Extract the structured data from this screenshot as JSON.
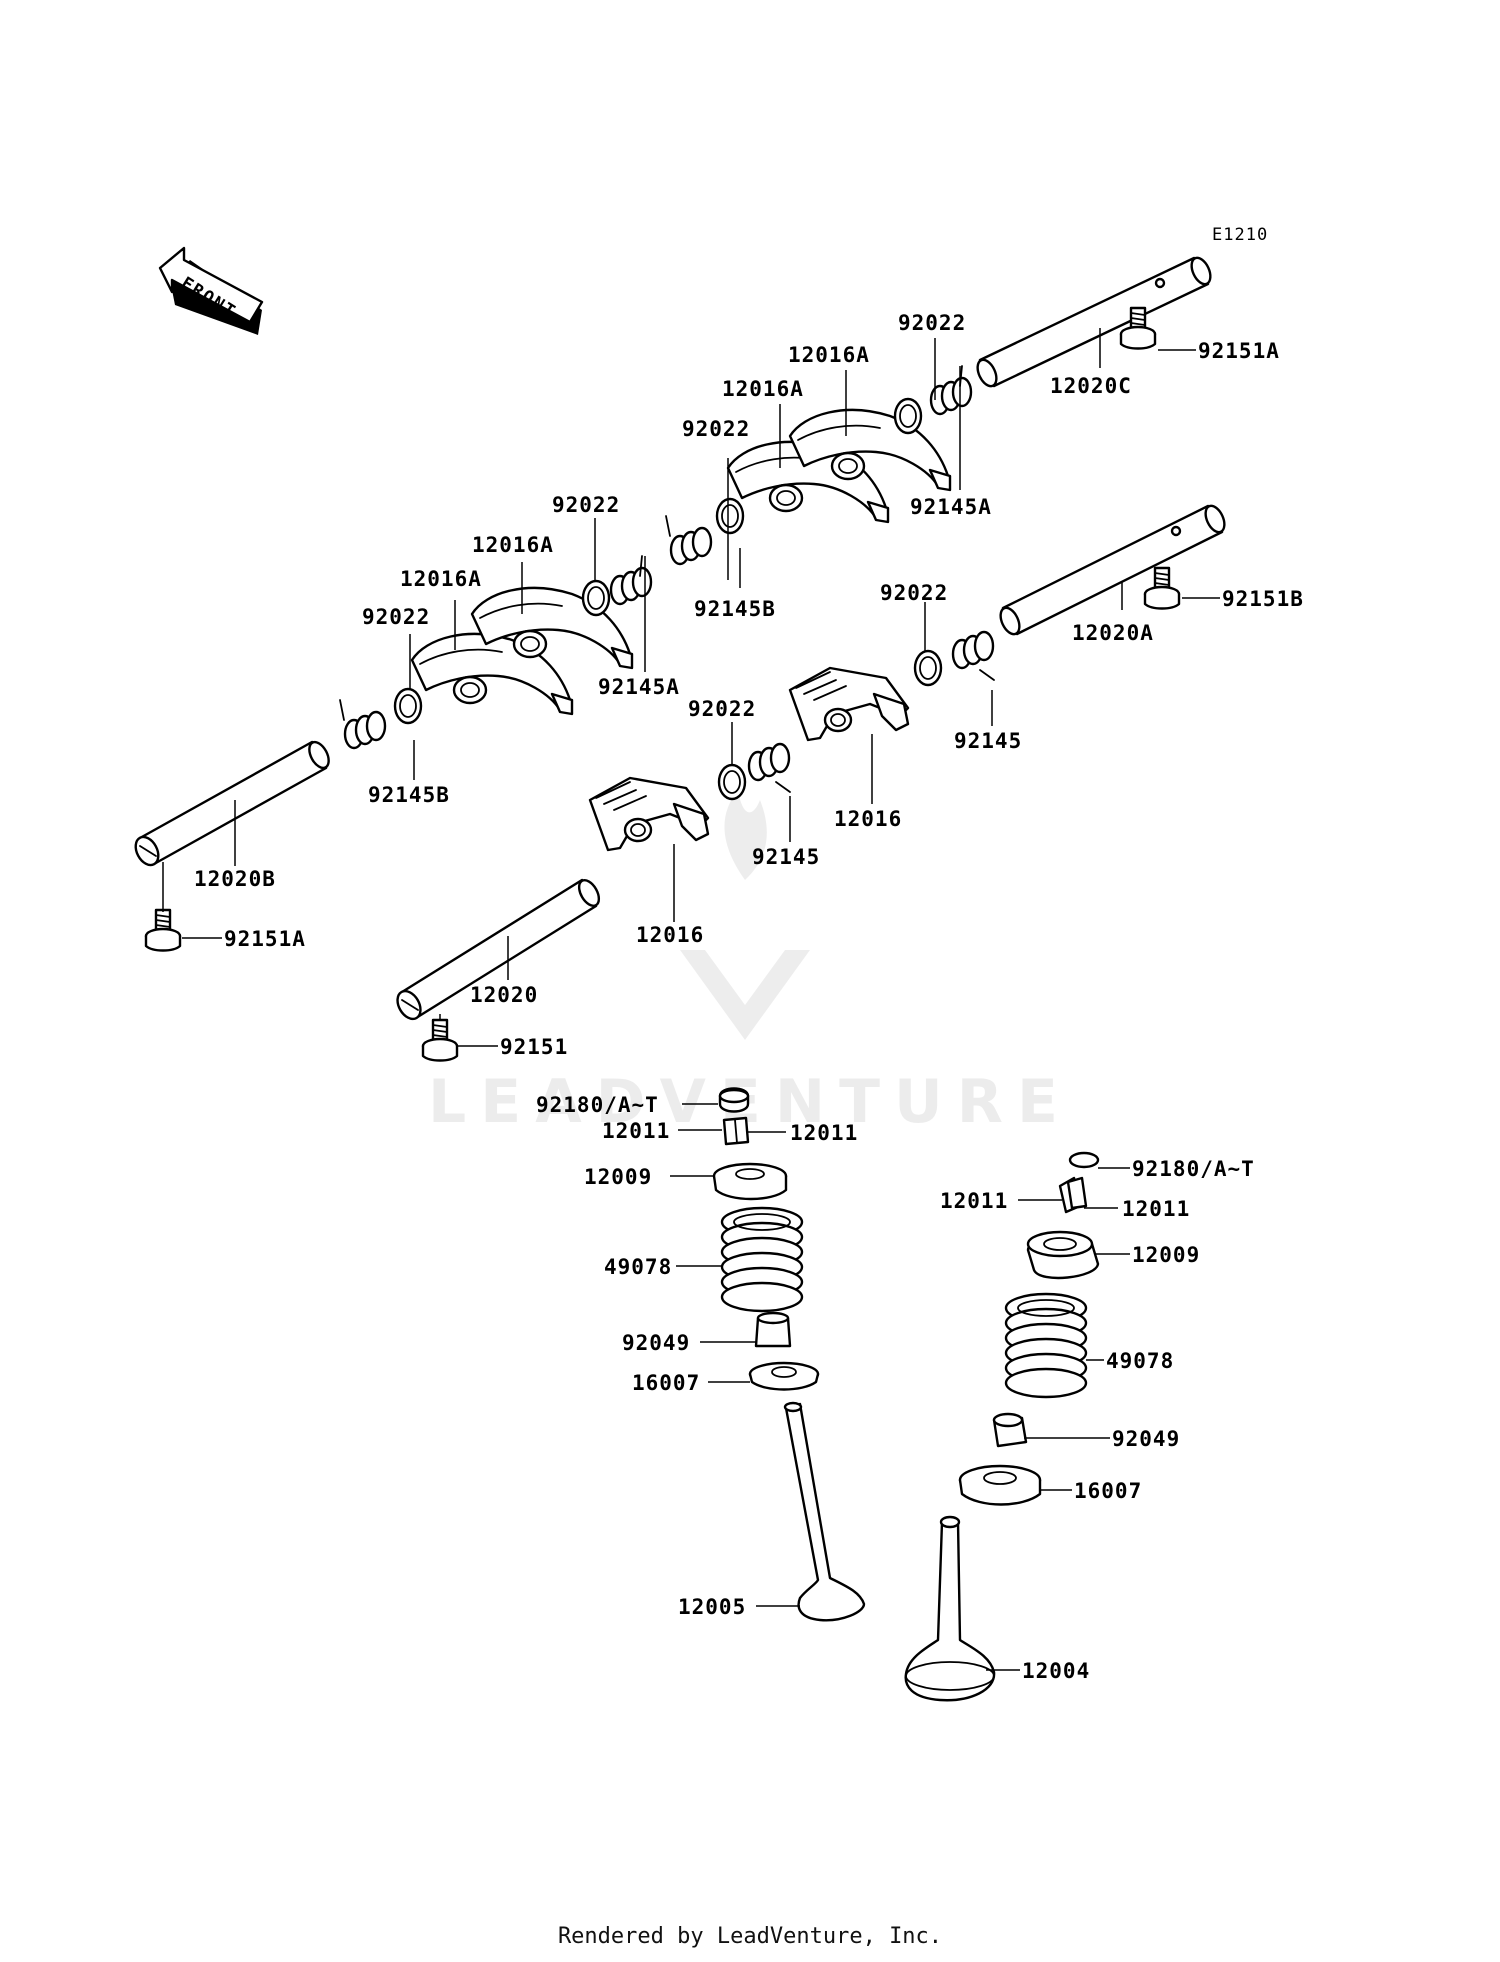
{
  "diagram_code": "E1210",
  "front_label": "FRONT",
  "watermark": "LEADVENTURE",
  "footer": "Rendered by LeadVenture, Inc.",
  "labels": {
    "l_92022_top": "92022",
    "l_12016A_1": "12016A",
    "l_12016A_2": "12016A",
    "l_92022_a": "92022",
    "l_12020C": "12020C",
    "l_92151A_top": "92151A",
    "l_92145A_top": "92145A",
    "l_92022_b": "92022",
    "l_12016A_3": "12016A",
    "l_12016A_4": "12016A",
    "l_92022_c": "92022",
    "l_92145B_mid": "92145B",
    "l_92151B": "92151B",
    "l_12020A": "12020A",
    "l_92022_d": "92022",
    "l_92145A_mid": "92145A",
    "l_92145_right": "92145",
    "l_92022_e": "92022",
    "l_92145B_left": "92145B",
    "l_12016_right": "12016",
    "l_92145_mid": "92145",
    "l_12020B": "12020B",
    "l_92151A_left": "92151A",
    "l_12016_left": "12016",
    "l_12020": "12020",
    "l_92151": "92151",
    "l_92180_left": "92180/A~T",
    "l_12011_l1": "12011",
    "l_12011_l2": "12011",
    "l_12009_left": "12009",
    "l_49078_left": "49078",
    "l_92049_left": "92049",
    "l_16007_left": "16007",
    "l_12005": "12005",
    "l_92180_right": "92180/A~T",
    "l_12011_r1": "12011",
    "l_12011_r2": "12011",
    "l_12009_right": "12009",
    "l_49078_right": "49078",
    "l_92049_right": "92049",
    "l_16007_right": "16007",
    "l_12004": "12004"
  }
}
